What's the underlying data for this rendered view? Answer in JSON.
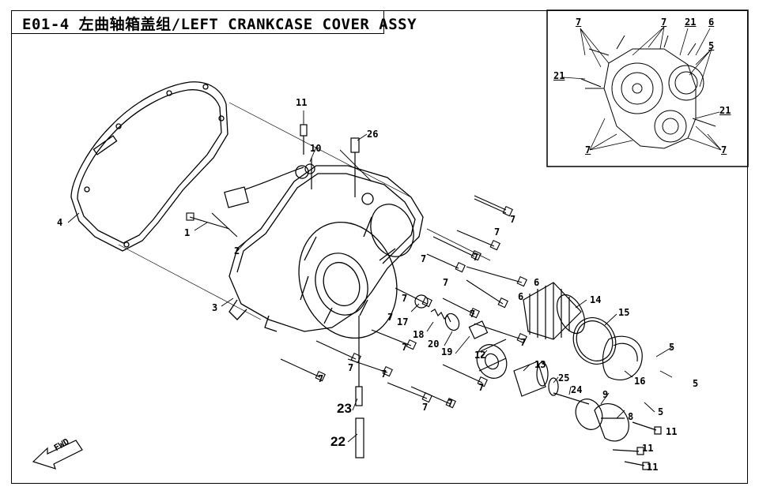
{
  "title": "E01-4 左曲轴箱盖组/LEFT CRANKCASE COVER ASSY",
  "fwd_label": "FWD",
  "callouts": {
    "c1": "1",
    "c2": "2",
    "c3": "3",
    "c4": "4",
    "c5a": "5",
    "c5b": "5",
    "c5c": "5",
    "c6a": "6",
    "c6b": "6",
    "c7a": "7",
    "c7b": "7",
    "c7c": "7",
    "c7d": "7",
    "c7e": "7",
    "c7f": "7",
    "c7g": "7",
    "c7h": "7",
    "c7i": "7",
    "c7j": "7",
    "c7k": "7",
    "c7l": "7",
    "c7m": "7",
    "c7n": "7",
    "c7o": "7",
    "c7p": "7",
    "c8": "8",
    "c9": "9",
    "c10": "10",
    "c11a": "11",
    "c11b": "11",
    "c11c": "11",
    "c11d": "11",
    "c12": "12",
    "c13": "13",
    "c14": "14",
    "c15": "15",
    "c16": "16",
    "c17": "17",
    "c18": "18",
    "c19": "19",
    "c20": "20",
    "c22": "22",
    "c23": "23",
    "c24": "24",
    "c25": "25",
    "c26": "26"
  },
  "inset_callouts": {
    "i7a": "7",
    "i7b": "7",
    "i21a": "21",
    "i6": "6",
    "i5": "5",
    "i21b": "21",
    "i21c": "21",
    "i7c": "7",
    "i7d": "7"
  }
}
